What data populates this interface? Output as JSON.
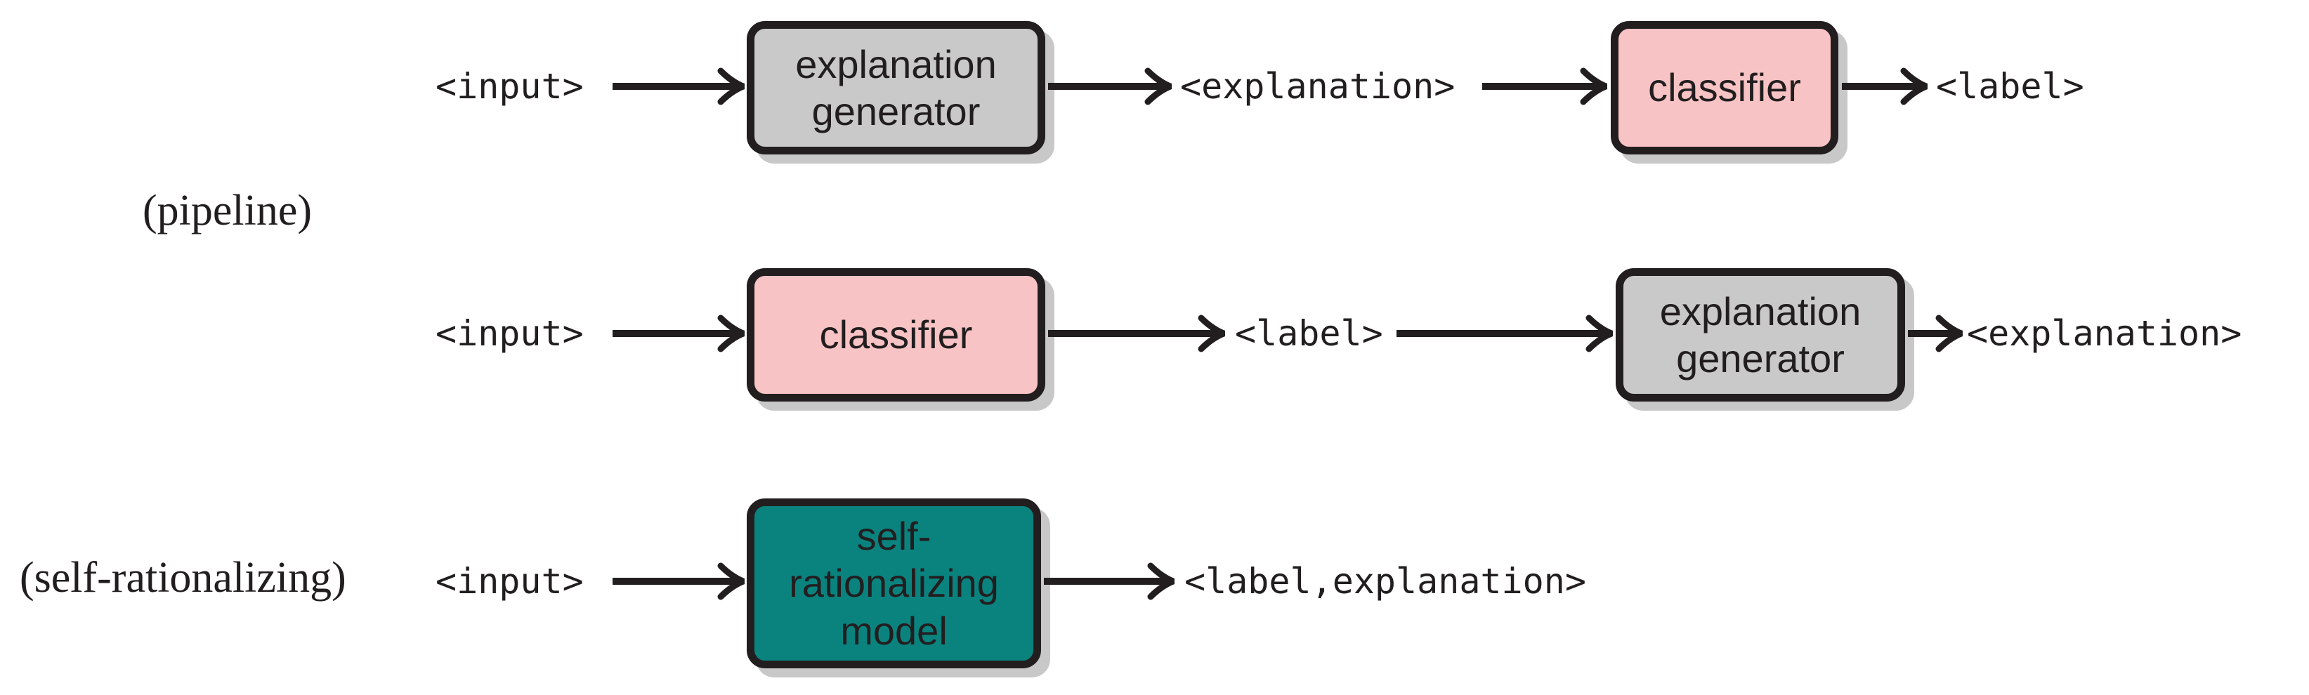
{
  "figure": {
    "captions": {
      "pipeline": "(pipeline)",
      "self_rationalizing": "(self-rationalizing)"
    },
    "row1": {
      "input": "<input>",
      "box1_line1": "explanation",
      "box1_line2": "generator",
      "mid": "<explanation>",
      "box2": "classifier",
      "output": "<label>"
    },
    "row2": {
      "input": "<input>",
      "box1": "classifier",
      "mid": "<label>",
      "box2_line1": "explanation",
      "box2_line2": "generator",
      "output": "<explanation>"
    },
    "row3": {
      "input": "<input>",
      "box_line1": "self-",
      "box_line2": "rationalizing",
      "box_line3": "model",
      "output": "<label,explanation>"
    },
    "colors": {
      "ink": "#221e1f",
      "gray_box_fill": "#c9c9c9",
      "pink_box_fill": "#f8c3c4",
      "teal_box_fill": "#0a837f",
      "shadow": "#c8c8c8",
      "background": "#ffffff"
    }
  }
}
